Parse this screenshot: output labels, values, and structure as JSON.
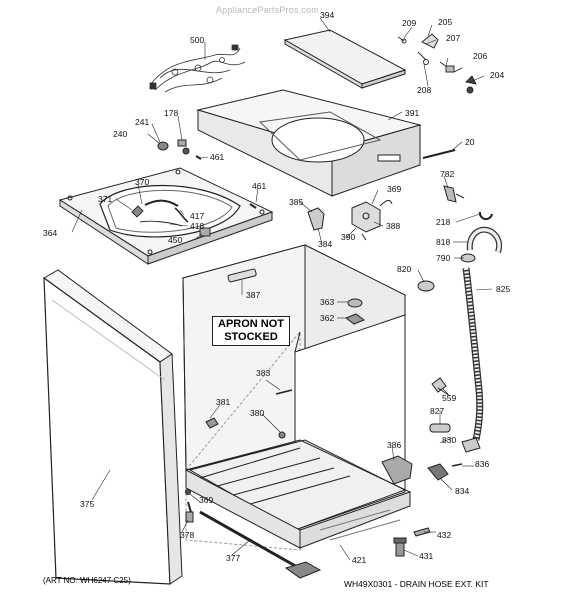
{
  "watermark": "AppliancePartsPros.com",
  "apron_label": [
    "APRON NOT",
    "STOCKED"
  ],
  "art_number": "(ART NO. WH6247 C25)",
  "kit_note": "WH49X0301 - DRAIN HOSE EXT. KIT",
  "callouts": {
    "c500": "500",
    "c394": "394",
    "c209": "209",
    "c205": "205",
    "c207": "207",
    "c206": "206",
    "c204": "204",
    "c208": "208",
    "c178": "178",
    "c241": "241",
    "c240": "240",
    "c461a": "461",
    "c391": "391",
    "c20": "20",
    "c370": "370",
    "c371": "371",
    "c417": "417",
    "c418": "418",
    "c450": "450",
    "c364": "364",
    "c461b": "461",
    "c385": "385",
    "c369a": "369",
    "c782": "782",
    "c384": "384",
    "c390": "390",
    "c388": "388",
    "c218": "218",
    "c818": "818",
    "c790": "790",
    "c387": "387",
    "c820": "820",
    "c825": "825",
    "c363": "363",
    "c362": "362",
    "c383": "383",
    "c381": "381",
    "c380": "380",
    "c559": "559",
    "c827": "827",
    "c830": "830",
    "c386": "386",
    "c836": "836",
    "c834": "834",
    "c375": "375",
    "c369b": "369",
    "c378": "378",
    "c377": "377",
    "c421": "421",
    "c432": "432",
    "c431": "431"
  }
}
